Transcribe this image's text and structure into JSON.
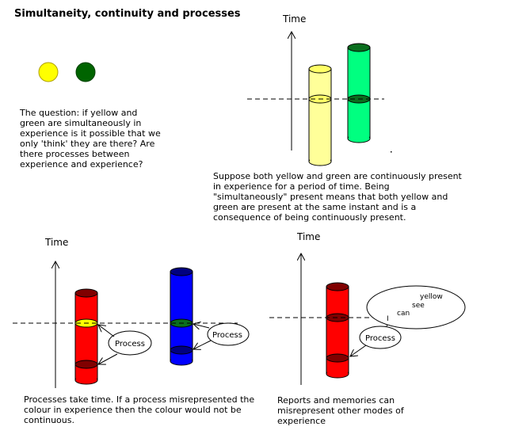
{
  "title": "Simultaneity, continuity and processes",
  "colors": {
    "yellow": "#ffff00",
    "yellow_cylinder": "#ffff99",
    "green": "#006400",
    "green_cylinder": "#00ff80",
    "green_disc": "#0a6e1e",
    "red": "#ff0000",
    "dark_red": "#800000",
    "blue": "#0000ff",
    "dark_blue": "#000080"
  },
  "captions": {
    "question": "The question: if yellow and green are simultaneously in experience is it possible that we only 'think' they are there?  Are there processes between experience and experience?",
    "suppose": "Suppose both yellow and green are continuously present in experience for a period of time. Being \"simultaneously\" present means that both yellow and green are present at the same instant and is a consequence of being continuously present.",
    "processes": "Processes take time. If a process misrepresented the colour in experience then the colour would not be continuous.",
    "reports": "Reports and memories can misrepresent other modes of experience"
  },
  "axes": {
    "time_label": "Time"
  },
  "panels": {
    "process_label": "Process",
    "speech_words": [
      "I",
      "can",
      "see",
      "yellow"
    ]
  }
}
